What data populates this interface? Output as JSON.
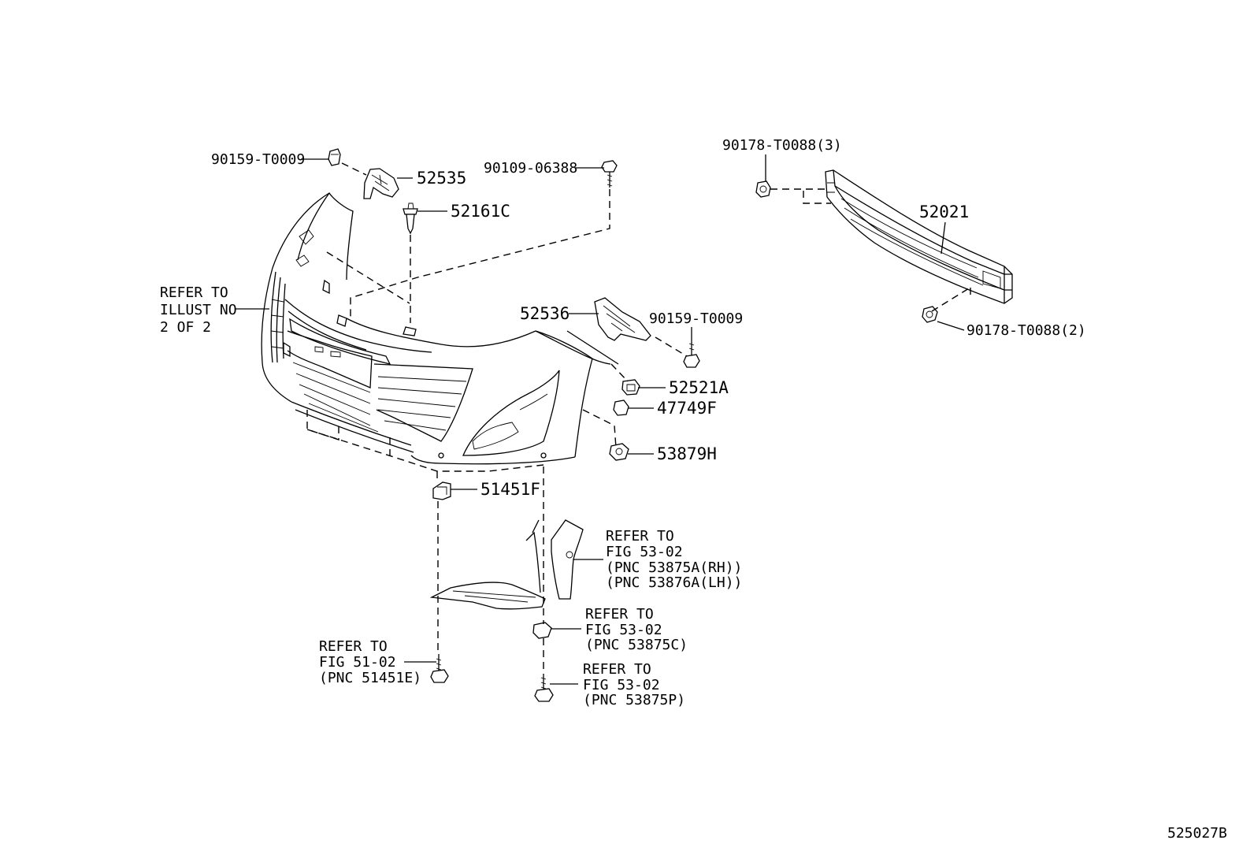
{
  "labels": {
    "p_90159_top": "90159-T0009",
    "p_52535": "52535",
    "p_90109": "90109-06388",
    "p_52161c": "52161C",
    "p_90178_3": "90178-T0088(3)",
    "p_52021": "52021",
    "p_90178_2": "90178-T0088(2)",
    "p_52536": "52536",
    "p_90159_right": "90159-T0009",
    "p_52521a": "52521A",
    "p_47749f": "47749F",
    "p_53879h": "53879H",
    "p_51451f": "51451F",
    "refer_illust": [
      "REFER TO",
      "ILLUST NO",
      "2 OF 2"
    ],
    "refer_53875a": [
      "REFER TO",
      "FIG 53-02",
      "(PNC 53875A(RH))",
      "(PNC 53876A(LH))"
    ],
    "refer_53875c": [
      "REFER TO",
      "FIG 53-02",
      "(PNC 53875C)"
    ],
    "refer_51451e": [
      "REFER TO",
      "FIG 51-02",
      "(PNC 51451E)"
    ],
    "refer_53875p": [
      "REFER TO",
      "FIG 53-02",
      "(PNC 53875P)"
    ],
    "figure_id": "525027B"
  }
}
